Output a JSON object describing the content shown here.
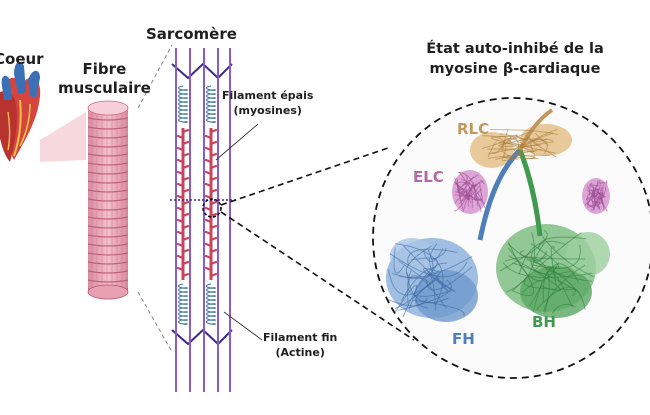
{
  "labels": {
    "coeur": "Coeur",
    "fibre_line1": "Fibre",
    "fibre_line2": "musculaire",
    "sarcomere": "Sarcomère",
    "title_line1": "État auto-inhibé de la",
    "title_line2": "myosine β-cardiaque",
    "thick_line1": "Filament épais",
    "thick_line2": "(myosines)",
    "thin_line1": "Filament fin",
    "thin_line2": "(Actine)",
    "rlc": "RLC",
    "elc": "ELC",
    "fh": "FH",
    "bh": "BH"
  },
  "colors": {
    "heart_red": "#d6453d",
    "heart_blue": "#3b6fb6",
    "fiber_pink": "#e8a3b4",
    "thick_filament": "#c9445c",
    "thin_filament": "#8a5cc4",
    "z_line": "#3d2a8a",
    "rlc": "#c2975c",
    "elc": "#b16aa8",
    "fh": "#4f7eb8",
    "bh": "#3f9a4f"
  }
}
